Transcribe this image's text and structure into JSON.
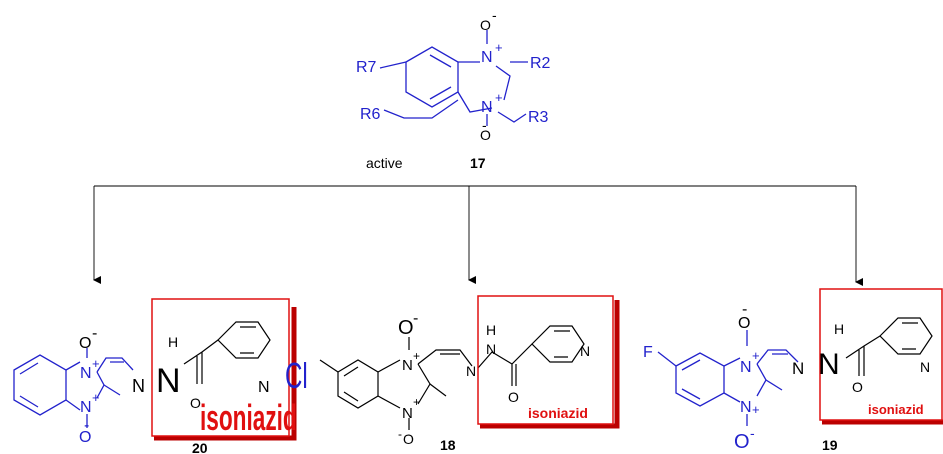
{
  "colors": {
    "scaffold": "#2222cc",
    "ink": "#000000",
    "highlight": "#e01010",
    "shadow": "#bb0000"
  },
  "top": {
    "label": "active",
    "number": "17",
    "substituents": {
      "r7": "R7",
      "r6": "R6",
      "r2": "R2",
      "r3": "R3"
    },
    "atoms": {
      "n_top": "N",
      "n_bottom": "N",
      "o_top": "O",
      "o_bottom": "O",
      "plus": "+",
      "minus": "-"
    }
  },
  "compounds": [
    {
      "number": "20",
      "highlight_label": "isoniazid",
      "substituent": "",
      "atoms": {
        "n_top": "N",
        "n_bottom": "N",
        "o_top": "O",
        "o_bottom": "O",
        "plus": "+",
        "minus": "-",
        "imine_n": "N",
        "amide_n": "N",
        "h": "H",
        "carbonyl_o": "O",
        "pyridine_n": "N"
      }
    },
    {
      "number": "18",
      "highlight_label": "isoniazid",
      "substituent": "Cl",
      "atoms": {
        "n_top": "N",
        "n_bottom": "N",
        "o_top": "O",
        "o_bottom": "O",
        "plus": "+",
        "minus": "-",
        "imine_n": "N",
        "amide_n": "N",
        "h": "H",
        "carbonyl_o": "O",
        "pyridine_n": "N"
      }
    },
    {
      "number": "19",
      "highlight_label": "isoniazid",
      "substituent": "F",
      "atoms": {
        "n_top": "N",
        "n_bottom": "N",
        "o_top": "O",
        "o_bottom": "O",
        "plus": "+",
        "minus": "-",
        "imine_n": "N",
        "amide_n": "N",
        "h": "H",
        "carbonyl_o": "O",
        "pyridine_n": "N"
      }
    }
  ]
}
